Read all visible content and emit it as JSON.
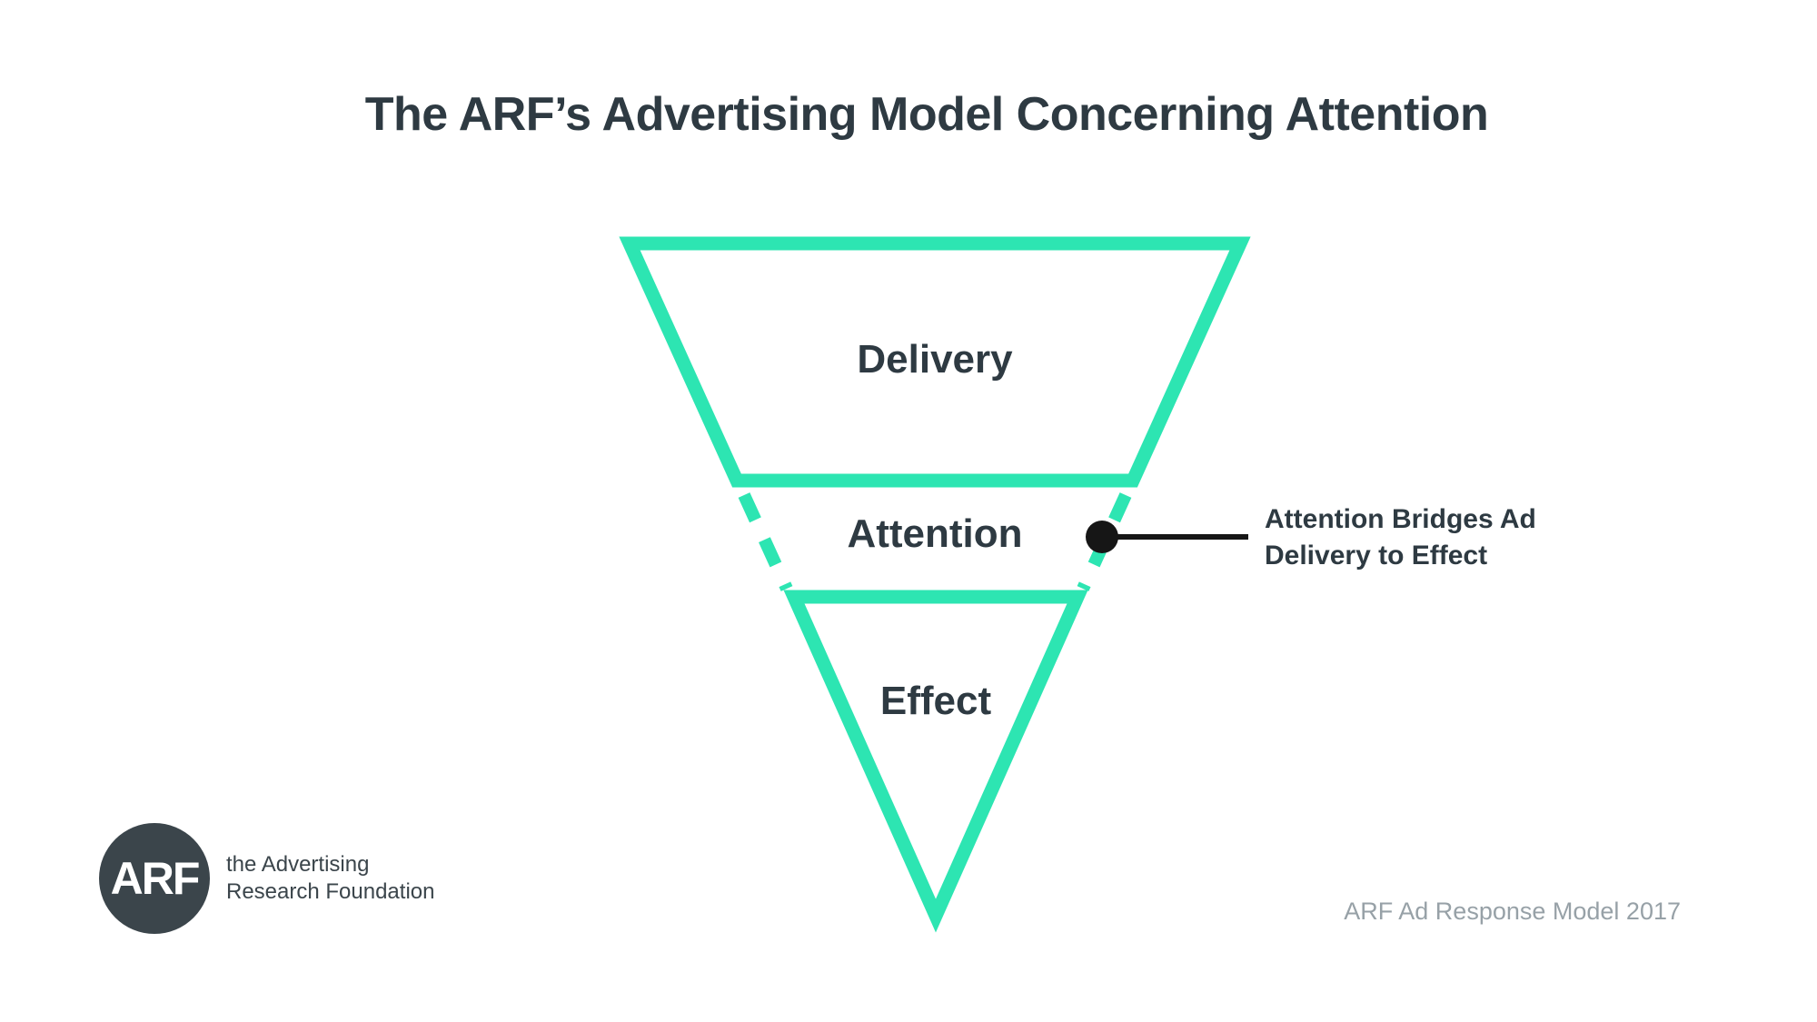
{
  "title": "The ARF’s Advertising Model Concerning Attention",
  "funnel": {
    "sections": [
      {
        "label": "Delivery"
      },
      {
        "label": "Attention"
      },
      {
        "label": "Effect"
      }
    ]
  },
  "annotation": {
    "line1": "Attention Bridges Ad",
    "line2": "Delivery to Effect"
  },
  "logo": {
    "acronym": "ARF",
    "line1": "the Advertising",
    "line2": "Research Foundation"
  },
  "footer": {
    "credit": "ARF Ad Response Model 2017"
  },
  "colors": {
    "accent": "#2DE5B2",
    "ink": "#2E3A42",
    "black": "#161616",
    "gray": "#97A1A7",
    "logo_bg": "#3B454B"
  }
}
